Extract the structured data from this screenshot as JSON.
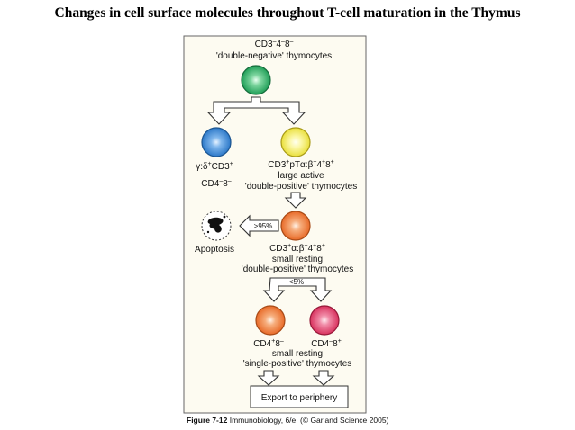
{
  "slide": {
    "title": "Changes in cell surface molecules throughout T-cell maturation in the Thymus"
  },
  "diagram": {
    "colors": {
      "frame": "#555555",
      "panel": "#fdfbf1",
      "arrow_fill": "#ffffff",
      "arrow_stroke": "#333333",
      "green": "#1f9e57",
      "blue": "#2c78c8",
      "yellow": "#f4ee5a",
      "orange": "#f07a36",
      "orange2": "#e8773c",
      "pink": "#e0436c"
    },
    "stage1": {
      "line1": "CD3",
      "line1_sup": "–",
      "line1_b": "4",
      "line1_b_sup": "–",
      "line1_c": "8",
      "line1_c_sup": "–",
      "line2": "'double-negative' thymocytes"
    },
    "gamma_delta": {
      "line1": "γ:δ",
      "line1_sup": "+",
      "line1_b": "CD3",
      "line1_b_sup": "+",
      "line2": "CD4",
      "line2_sup": "–",
      "line2_b": "8",
      "line2_b_sup": "–"
    },
    "large_active": {
      "line1": "CD3",
      "line1_sup": "+",
      "line1_b": "pTα:β",
      "line1_b_sup": "+",
      "line1_c": "4",
      "line1_c_sup": "+",
      "line1_d": "8",
      "line1_d_sup": "+",
      "line2": "large active",
      "line3": "'double-positive' thymocytes"
    },
    "apoptosis": {
      "arrow_label": ">95%",
      "label": "Apoptosis"
    },
    "small_resting": {
      "line1": "CD3",
      "line1_sup": "+",
      "line1_b": "α:β",
      "line1_b_sup": "+",
      "line1_c": "4",
      "line1_c_sup": "+",
      "line1_d": "8",
      "line1_d_sup": "+",
      "line2": "small resting",
      "line3": "'double-positive' thymocytes",
      "split_label": "<5%"
    },
    "single_positive": {
      "left": "CD4",
      "left_sup": "+",
      "left_b": "8",
      "left_b_sup": "–",
      "right": "CD4",
      "right_sup": "–",
      "right_b": "8",
      "right_b_sup": "+",
      "line2": "small resting",
      "line3": "'single-positive' thymocytes"
    },
    "export": {
      "label": "Export to periphery"
    }
  },
  "caption": {
    "figure": "Figure 7-12",
    "rest": " Immunobiology, 6/e. (© Garland Science 2005)"
  }
}
